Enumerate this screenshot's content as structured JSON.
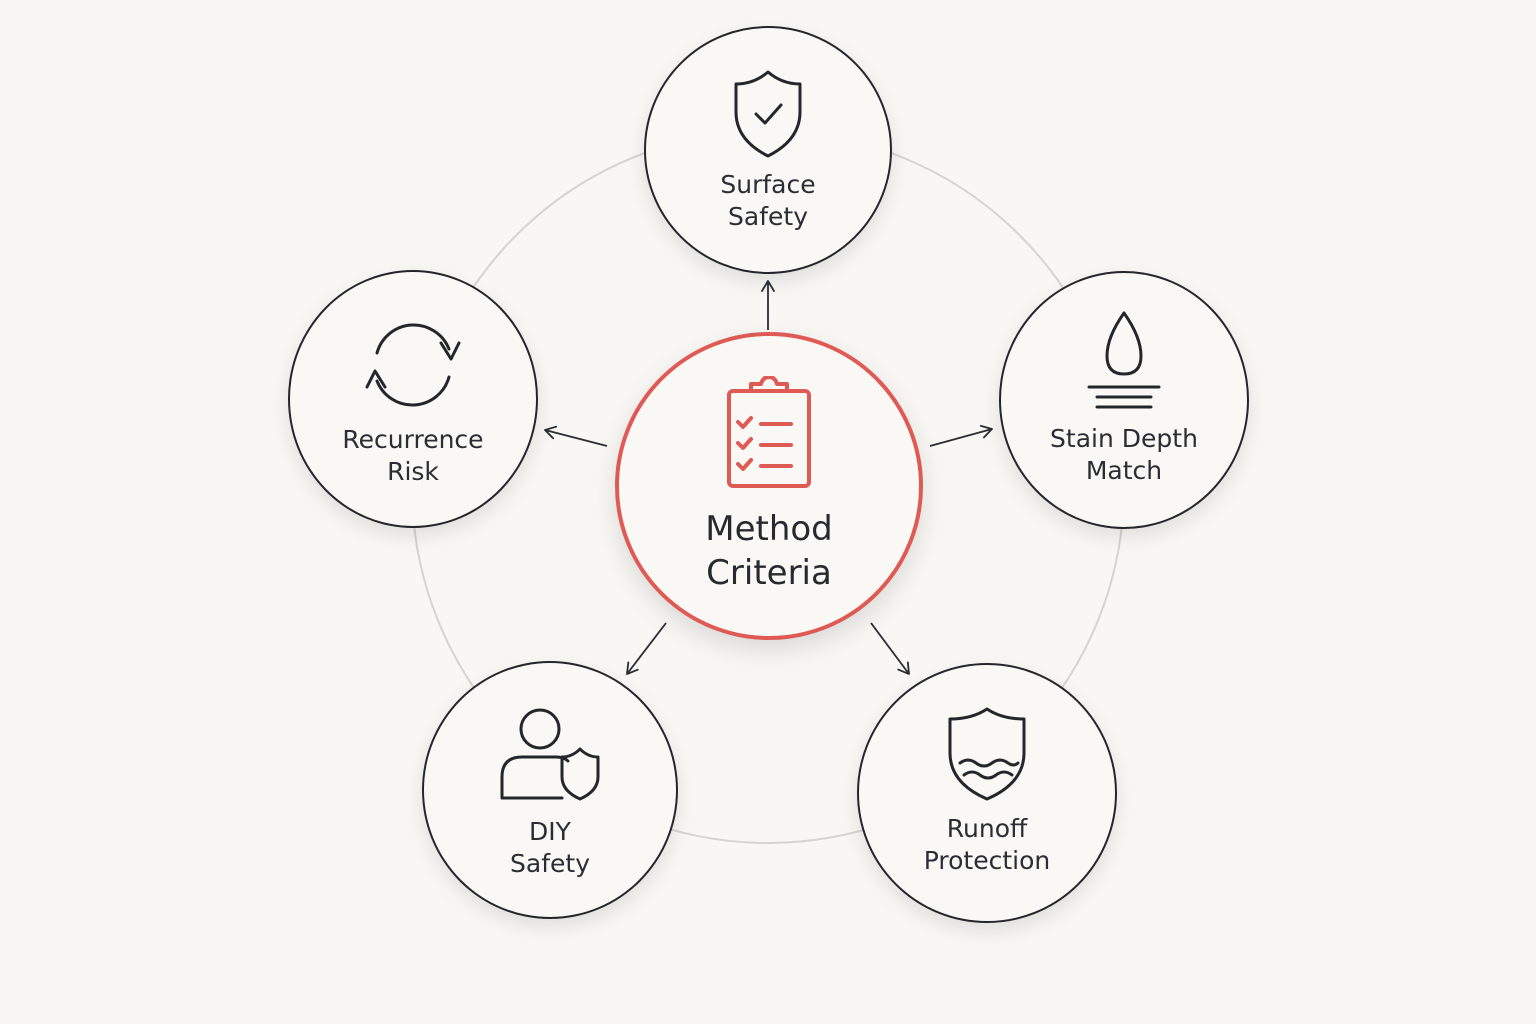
{
  "diagram": {
    "center": {
      "label_line1": "Method",
      "label_line2": "Criteria",
      "icon": "clipboard-checklist-icon",
      "accent": "#e05a55"
    },
    "criteria": {
      "surface_safety": {
        "line1": "Surface",
        "line2": "Safety",
        "icon": "shield-check-icon"
      },
      "stain_depth_match": {
        "line1": "Stain Depth",
        "line2": "Match",
        "icon": "droplet-layers-icon"
      },
      "runoff_protection": {
        "line1": "Runoff",
        "line2": "Protection",
        "icon": "shield-water-icon"
      },
      "diy_safety": {
        "line1": "DIY",
        "line2": "Safety",
        "icon": "person-shield-icon"
      },
      "recurrence_risk": {
        "line1": "Recurrence",
        "line2": "Risk",
        "icon": "cycle-arrows-icon"
      }
    },
    "colors": {
      "outline": "#23262b",
      "ring": "#d8d6d2",
      "background": "#f8f7f4"
    }
  }
}
